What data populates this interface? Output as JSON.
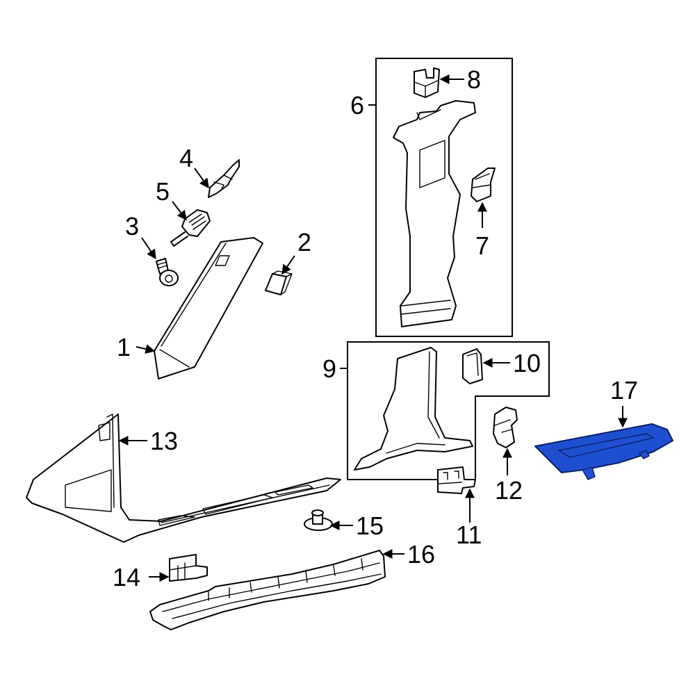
{
  "colors": {
    "highlight": "#1f4fd1",
    "highlight_dark": "#0a1f66",
    "line": "#000000",
    "background": "#ffffff"
  },
  "callouts": {
    "c1": "1",
    "c2": "2",
    "c3": "3",
    "c4": "4",
    "c5": "5",
    "c6": "6",
    "c7": "7",
    "c8": "8",
    "c9": "9",
    "c10": "10",
    "c11": "11",
    "c12": "12",
    "c13": "13",
    "c14": "14",
    "c15": "15",
    "c16": "16",
    "c17": "17"
  },
  "highlighted_part": "17"
}
